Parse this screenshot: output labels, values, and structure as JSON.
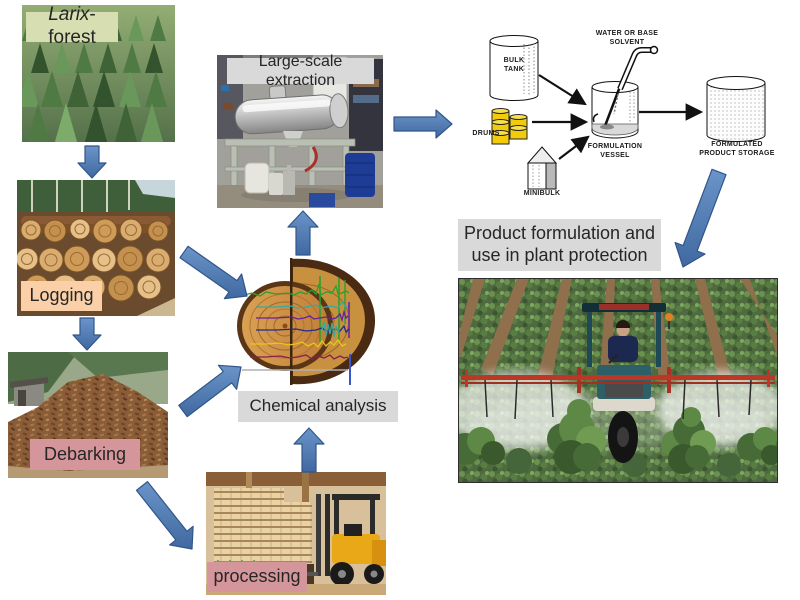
{
  "colors": {
    "arrow_blue": "#4f81bd",
    "arrow_border": "#31568a",
    "label_gray_bg": "#d9d9d9",
    "label_green_bg": "#d7dfb2",
    "label_peach_bg": "#fbd0a8",
    "label_rose_bg": "#d5969b",
    "label_text": "#262626"
  },
  "nodes": {
    "forest": {
      "name_italic": "Larix",
      "name_suffix": "-forest"
    },
    "logging": {
      "label": "Logging"
    },
    "debarking": {
      "label": "Debarking"
    },
    "processing": {
      "label": "processing"
    },
    "chemical_analysis": {
      "label": "Chemical analysis"
    },
    "large_scale_extraction": {
      "label": "Large-scale extraction"
    },
    "product_formulation": {
      "line1": "Product formulation and",
      "line2": "use in plant protection"
    }
  },
  "formulation_diagram": {
    "bulk_tank": "BULK TANK",
    "drums": "DRUMS",
    "minibulk": "MINIBULK",
    "water_or_base_solvent": "WATER OR BASE SOLVENT",
    "formulation_vessel": "FORMULATION VESSEL",
    "formulated_product_storage": "FORMULATED PRODUCT STORAGE"
  }
}
